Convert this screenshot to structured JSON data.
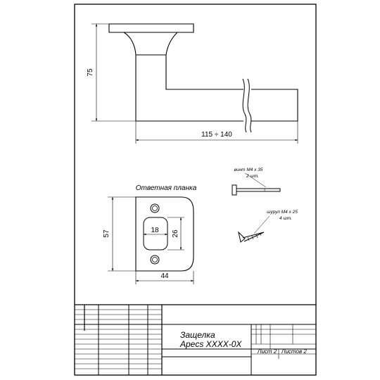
{
  "handle": {
    "height_dim": "75",
    "length_dim": "115 ÷ 140"
  },
  "strike_plate": {
    "title": "Ответная планка",
    "height_dim": "57",
    "width_dim": "44",
    "window_width_dim": "18",
    "window_height_dim": "26"
  },
  "fasteners": {
    "bolt": {
      "name": "винт М4 х 35",
      "qty": "2 шт."
    },
    "screw": {
      "name": "шуруп М4 х 25",
      "qty": "4 шт."
    }
  },
  "title_block": {
    "product_name": "Защелка",
    "product_model": "Apecs XXXX-0X",
    "sheet": "Лист 2",
    "sheets": "Листов 2"
  }
}
